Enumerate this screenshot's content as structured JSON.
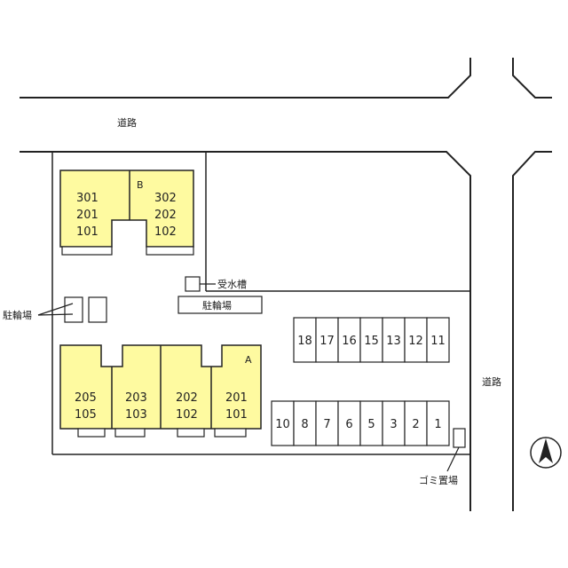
{
  "labels": {
    "road_top": "道路",
    "road_right": "道路",
    "water_tank": "受水槽",
    "parking": "駐輪場",
    "bicycle_parking": "駐輪場",
    "garbage": "ゴミ置場"
  },
  "building_b": {
    "tag": "B",
    "left_units": [
      "301",
      "201",
      "101"
    ],
    "right_units": [
      "302",
      "202",
      "102"
    ]
  },
  "building_a": {
    "tag": "A",
    "units": [
      [
        "205",
        "105"
      ],
      [
        "203",
        "103"
      ],
      [
        "202",
        "102"
      ],
      [
        "201",
        "101"
      ]
    ]
  },
  "stalls_top": [
    "18",
    "17",
    "16",
    "15",
    "13",
    "12",
    "11"
  ],
  "stalls_bottom": [
    "10",
    "8",
    "7",
    "6",
    "5",
    "3",
    "2",
    "1"
  ],
  "colors": {
    "building_fill": "#fefaa0",
    "line": "#222222"
  },
  "icons": {
    "north": "north-arrow-icon"
  }
}
